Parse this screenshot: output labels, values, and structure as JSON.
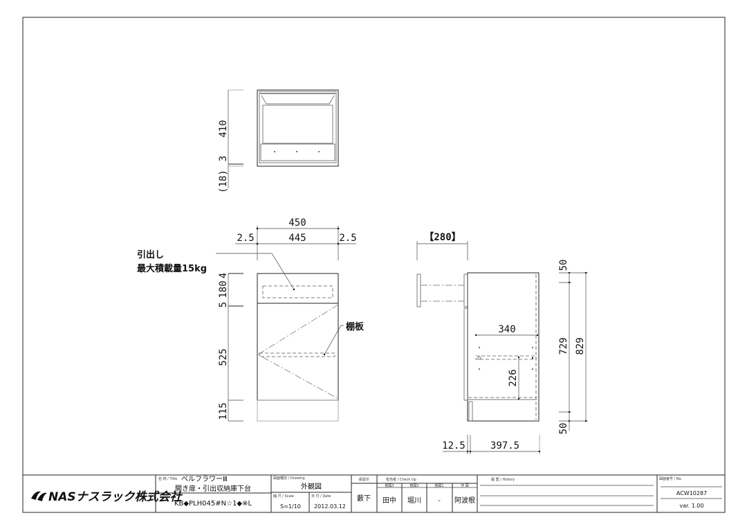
{
  "front_view": {
    "drawer_note_line1": "引出し",
    "drawer_note_line2": "最大積載量15kg",
    "shelf_note": "棚板",
    "width_total": "450",
    "width_inner": "445",
    "side_gap_left": "2.5",
    "side_gap_right": "2.5",
    "h_top": "4",
    "h_drawer": "180",
    "h_gap": "5",
    "h_door": "525",
    "h_plinth": "115"
  },
  "top_view": {
    "h_main": "410",
    "h_gap": "3",
    "h_base": "(18)"
  },
  "side_view": {
    "drawer_extension": "【280】",
    "shelf_depth": "340",
    "shelf_height": "226",
    "h_inner": "729",
    "h_total": "829",
    "top_offset": "50",
    "bottom_offset": "50",
    "door_thickness": "12.5",
    "body_depth": "397.5"
  },
  "title_block": {
    "company": "NASナスラック株式会社",
    "title_label": "名 称 / Title",
    "series": "ベルフラワーⅢ",
    "product_name": "開き扉・引出収納庫下台",
    "model_code": "KB◆PLH045#N☆1◆※L",
    "drawing_label": "図面種別 / Drawing",
    "drawing_type": "外観図",
    "scale_label": "縮 尺 / Scale",
    "scale": "S=1/10",
    "date_label": "日 付 / Date",
    "date": "2012.03.12",
    "approval_label": "承認印",
    "approver": "藪下",
    "checkup_label": "担当者 / Check Up",
    "check_cols": [
      "検図3",
      "検図2",
      "検図1",
      "作 図"
    ],
    "check_names": [
      "田中",
      "堀川",
      "-",
      "阿波根"
    ],
    "history_label": "履 歴 / History",
    "number_label": "図面番号 / No.",
    "drawing_number": "ACW10287",
    "version": "var. 1.00"
  }
}
